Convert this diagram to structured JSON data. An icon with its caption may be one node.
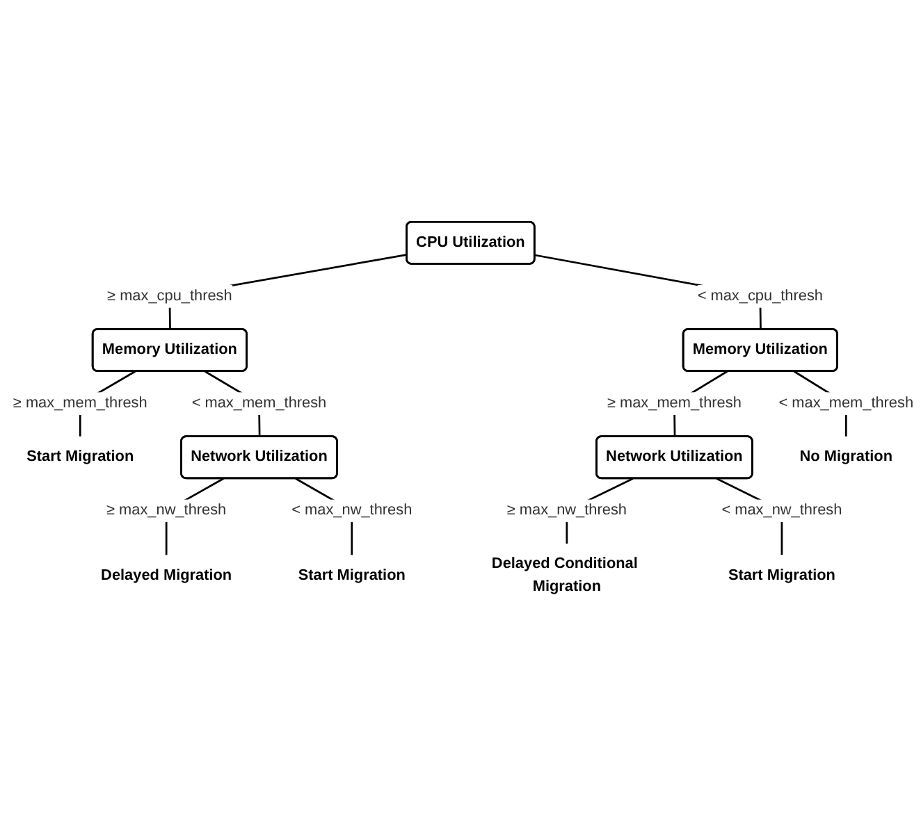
{
  "diagram": {
    "nodes": [
      {
        "text": [
          "CPU Utilization"
        ]
      },
      {
        "text": [
          "Memory Utilization"
        ]
      },
      {
        "text": [
          "Memory Utilization"
        ]
      },
      {
        "text": [
          "Start Migration"
        ]
      },
      {
        "text": [
          "Network Utilization"
        ]
      },
      {
        "text": [
          "Network Utilization"
        ]
      },
      {
        "text": [
          "No Migration"
        ]
      },
      {
        "text": [
          "Delayed Migration"
        ]
      },
      {
        "text": [
          "Start Migration"
        ]
      },
      {
        "text": [
          "Delayed Conditional Migration"
        ]
      },
      {
        "text": [
          "Start Migration"
        ]
      }
    ],
    "edges": [
      {
        "from": 0,
        "to": 1,
        "arrow": "none",
        "label": "≥ max_cpu_thresh"
      },
      {
        "from": 0,
        "to": 2,
        "arrow": "none",
        "label": "< max_cpu_thresh"
      },
      {
        "from": 1,
        "to": 3,
        "arrow": "none",
        "label": "≥ max_mem_thresh"
      },
      {
        "from": 1,
        "to": 4,
        "arrow": "none",
        "label": "< max_mem_thresh"
      },
      {
        "from": 2,
        "to": 5,
        "arrow": "none",
        "label": "≥ max_mem_thresh"
      },
      {
        "from": 2,
        "to": 6,
        "arrow": "none",
        "label": "< max_mem_thresh"
      },
      {
        "from": 4,
        "to": 7,
        "arrow": "none",
        "label": "≥ max_nw_thresh"
      },
      {
        "from": 4,
        "to": 8,
        "arrow": "none",
        "label": "< max_nw_thresh"
      },
      {
        "from": 5,
        "to": 9,
        "arrow": "none",
        "label": "≥ max_nw_thresh"
      },
      {
        "from": 5,
        "to": 10,
        "arrow": "none",
        "label": "< max_nw_thresh"
      }
    ]
  }
}
